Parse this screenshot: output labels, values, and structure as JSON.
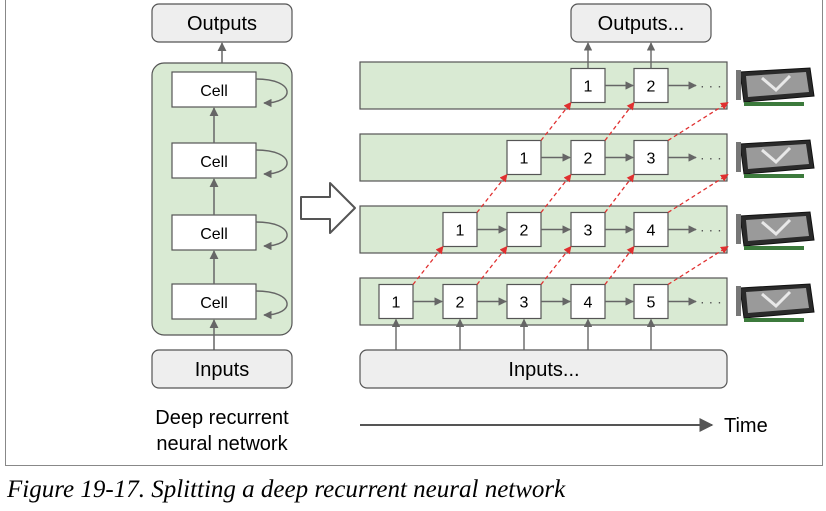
{
  "left_diagram": {
    "outputs_label": "Outputs",
    "inputs_label": "Inputs",
    "cell_labels": [
      "Cell",
      "Cell",
      "Cell",
      "Cell"
    ],
    "description": [
      "Deep recurrent",
      "neural network"
    ]
  },
  "right_diagram": {
    "outputs_label": "Outputs...",
    "inputs_label": "Inputs...",
    "ellipsis": "· · ·",
    "layers": [
      {
        "cells": [
          "1",
          "2"
        ]
      },
      {
        "cells": [
          "1",
          "2",
          "3"
        ]
      },
      {
        "cells": [
          "1",
          "2",
          "3",
          "4"
        ]
      },
      {
        "cells": [
          "1",
          "2",
          "3",
          "4",
          "5"
        ]
      }
    ],
    "gpu_icon": "gpu-card-icon",
    "time_label": "Time"
  },
  "colors": {
    "layer_fill": "#d9ead3",
    "box_fill": "#eeeeee",
    "box_stroke": "#555555",
    "arrow": "#666666",
    "dependency_arrow": "#e03030"
  },
  "caption": "Figure 19-17. Splitting a deep recurrent neural network"
}
